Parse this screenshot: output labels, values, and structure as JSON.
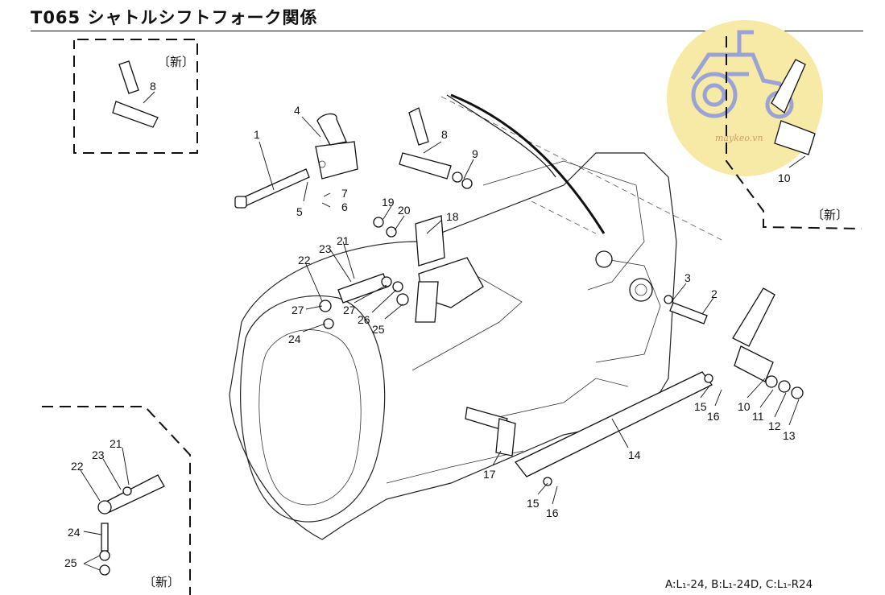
{
  "header": {
    "title": "T065 シャトルシフトフォーク関係"
  },
  "footer": {
    "models": "A:L₁-24, B:L₁-24D, C:L₁-R24"
  },
  "watermark": {
    "text": "maykeo.vn",
    "circle_color": "#f7e9a6",
    "icon_color": "#9aa3d6",
    "text_color": "#d69a66"
  },
  "inset_label": "〔新〕",
  "callouts": {
    "c1": "1",
    "c2": "2",
    "c3": "3",
    "c4": "4",
    "c5": "5",
    "c6": "6",
    "c7": "7",
    "c8a": "8",
    "c8b": "8",
    "c9": "9",
    "c10a": "10",
    "c10b": "10",
    "c11": "11",
    "c12": "12",
    "c13": "13",
    "c14": "14",
    "c15a": "15",
    "c15b": "15",
    "c16a": "16",
    "c16b": "16",
    "c17": "17",
    "c18": "18",
    "c19": "19",
    "c20": "20",
    "c21a": "21",
    "c21b": "21",
    "c22a": "22",
    "c22b": "22",
    "c23a": "23",
    "c23b": "23",
    "c24a": "24",
    "c24b": "24",
    "c25a": "25",
    "c25b": "25",
    "c26": "26",
    "c27a": "27",
    "c27b": "27"
  }
}
